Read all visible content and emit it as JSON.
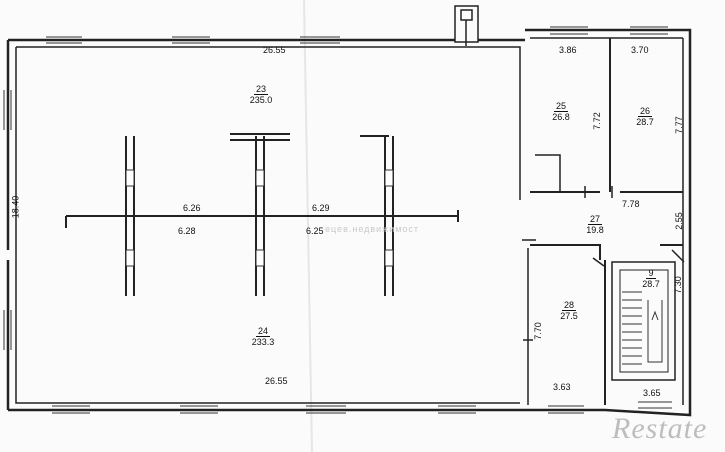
{
  "rooms": [
    {
      "id": "room-23",
      "number": "23",
      "area": "235.0"
    },
    {
      "id": "room-24",
      "number": "24",
      "area": "233.3"
    },
    {
      "id": "room-25",
      "number": "25",
      "area": "26.8"
    },
    {
      "id": "room-26",
      "number": "26",
      "area": "28.7"
    },
    {
      "id": "room-27",
      "number": "27",
      "area": "19.8"
    },
    {
      "id": "room-28",
      "number": "28",
      "area": "27.5"
    },
    {
      "id": "room-9",
      "number": "9",
      "area": "28.7"
    }
  ],
  "dimensions": {
    "top_hall": "26.55",
    "bottom_hall": "26.55",
    "left_height": "18.40",
    "room25_width": "3.86",
    "room26_width": "3.70",
    "room25_depth": "7.72",
    "room26_depth": "7.77",
    "corridor_length": "7.78",
    "corridor_width": "2.55",
    "room28_depth": "7.70",
    "stair_depth": "7.30",
    "room28_width": "3.63",
    "stair_width": "3.65",
    "partition_a_top": "6.26",
    "partition_a_bottom": "6.28",
    "partition_b_top": "6.29",
    "partition_b_bottom": "6.25"
  },
  "watermark": {
    "logo": "Restate",
    "url_text": "ецев.недвижимост"
  }
}
